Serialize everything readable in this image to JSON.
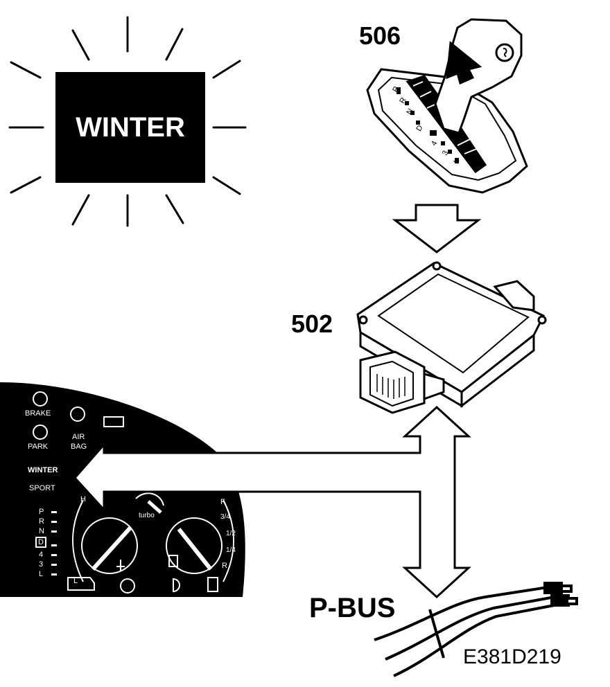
{
  "winter_indicator": {
    "text": "WINTER"
  },
  "labels": {
    "selector": "506",
    "control_module": "502",
    "bus": "P-BUS",
    "figure_id": "E381D219"
  },
  "cluster": {
    "brake": "BRAKE",
    "park": "PARK",
    "air_bag_top": "AIR",
    "air_bag_bottom": "BAG",
    "winter": "WINTER",
    "sport": "SPORT",
    "gears": [
      "P",
      "R",
      "N",
      "D",
      "4",
      "3",
      "L"
    ],
    "temp_high": "H",
    "temp_low": "L",
    "fuel_full": "F",
    "fuel_three_quarter": "3/4",
    "fuel_half": "1/2",
    "fuel_quarter": "1/4",
    "fuel_reserve": "R",
    "turbo": "turbo"
  },
  "selector_gears": [
    "P",
    "R",
    "N",
    "D",
    "4",
    "3",
    "L"
  ],
  "colors": {
    "ink": "#000000",
    "paper": "#ffffff"
  }
}
